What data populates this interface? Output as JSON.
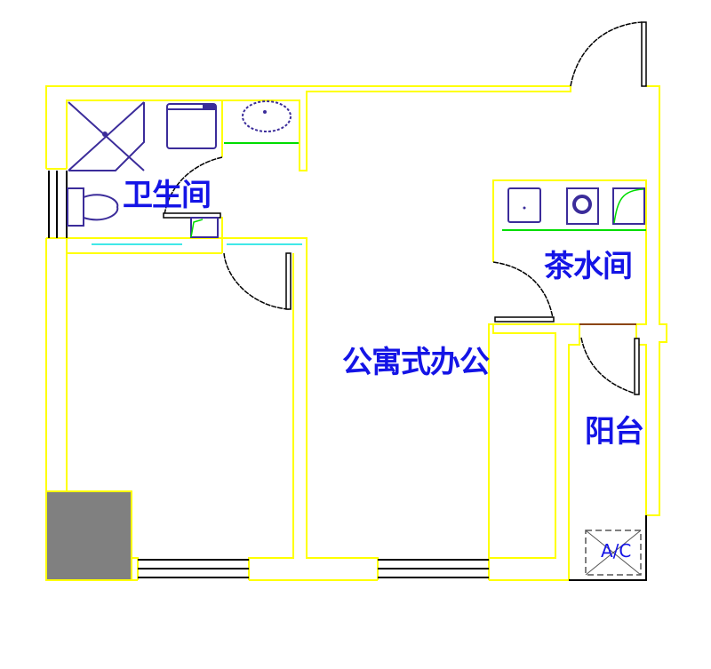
{
  "rooms": {
    "bathroom": "卫生间",
    "pantry": "茶水间",
    "office": "公寓式办公",
    "balcony": "阳台"
  },
  "ac_label": "A/C",
  "colors": {
    "wall": "#ffff00",
    "label": "#1414e6",
    "fixture": "#3b2c9a",
    "column": "#808080",
    "counter": "#00dd00",
    "beam": "#00e0e0"
  }
}
